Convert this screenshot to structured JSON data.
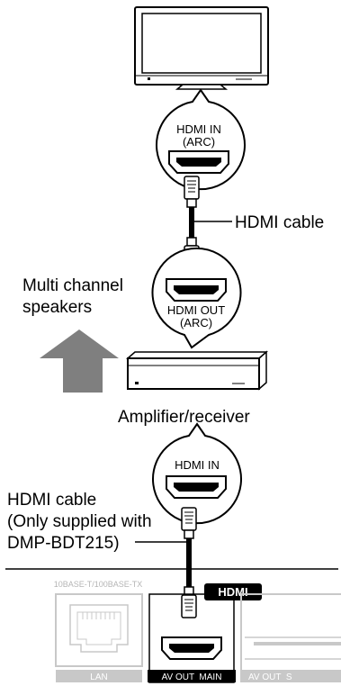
{
  "labels": {
    "cable_top": "HDMI cable",
    "speakers": [
      "Multi channel",
      "speakers"
    ],
    "amplifier": "Amplifier/receiver",
    "cable_bottom": [
      "HDMI cable",
      "(Only supplied with",
      "DMP-BDT215)"
    ]
  },
  "port_bubbles": {
    "tv_in": [
      "HDMI IN",
      "(ARC)"
    ],
    "amp_out": [
      "HDMI OUT",
      "(ARC)"
    ],
    "amp_in": [
      "HDMI IN"
    ]
  },
  "player_panel": {
    "lan_spec": "10BASE-T/100BASE-TX",
    "lan": "LAN",
    "hdmi_logo": "HDMI",
    "av_out_main": "AV OUT  MAIN",
    "av_out_sub": "AV OUT  S"
  },
  "colors": {
    "line": "#000000",
    "arrow": "#7f7f7f",
    "panel_gray": "#c8c8c8"
  }
}
